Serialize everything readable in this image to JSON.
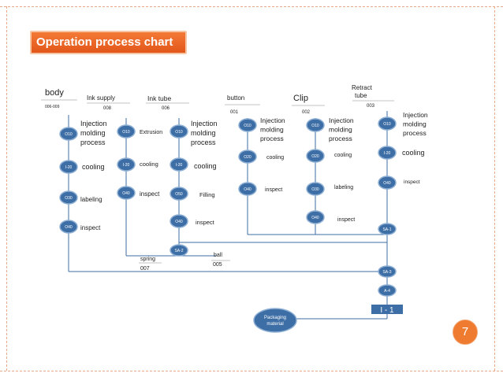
{
  "title": "Operation process chart",
  "page_number": "7",
  "colors": {
    "node": "#3d6ea5",
    "node_border": "#8fb0d4",
    "line": "#3d6ea5",
    "accent": "#f26b2a",
    "label_box": "#3d6ea5"
  },
  "columns": [
    {
      "name": "body",
      "code": "006-009"
    },
    {
      "name": "Ink supply",
      "code": "008"
    },
    {
      "name": "Ink tube",
      "code": "006"
    },
    {
      "name": "button",
      "code": "001"
    },
    {
      "name": "Clip",
      "code": "002"
    },
    {
      "name": "Retract tube",
      "code": "003"
    }
  ],
  "nodes": [
    {
      "id": "O10",
      "col": "body",
      "label": "Injection molding process"
    },
    {
      "id": "I-20",
      "col": "body",
      "label": "cooling"
    },
    {
      "id": "O30",
      "col": "body",
      "label": "labeling"
    },
    {
      "id": "O40",
      "col": "body",
      "label": "inspect"
    },
    {
      "id": "O10",
      "col": "Ink supply",
      "label": "Extrusion"
    },
    {
      "id": "I-20",
      "col": "Ink supply",
      "label": "cooling"
    },
    {
      "id": "O40",
      "col": "Ink supply",
      "label": "inspect"
    },
    {
      "id": "O10",
      "col": "Ink tube",
      "label": "Injection molding process"
    },
    {
      "id": "I-20",
      "col": "Ink tube",
      "label": "cooling"
    },
    {
      "id": "O50",
      "col": "Ink tube",
      "label": "Filling"
    },
    {
      "id": "O40",
      "col": "Ink tube",
      "label": "inspect"
    },
    {
      "id": "O10",
      "col": "button",
      "label": "Injection molding process"
    },
    {
      "id": "O20",
      "col": "button",
      "label": "cooling"
    },
    {
      "id": "O40",
      "col": "button",
      "label": "inspect"
    },
    {
      "id": "O10",
      "col": "Clip",
      "label": "Injection molding process"
    },
    {
      "id": "O20",
      "col": "Clip",
      "label": "cooling"
    },
    {
      "id": "O30",
      "col": "Clip",
      "label": "labeling"
    },
    {
      "id": "O40",
      "col": "Clip",
      "label": "inspect"
    },
    {
      "id": "O10",
      "col": "Retract tube",
      "label": "Injection molding process"
    },
    {
      "id": "I-20",
      "col": "Retract tube",
      "label": "cooling"
    },
    {
      "id": "O40",
      "col": "Retract tube",
      "label": "inspect"
    }
  ],
  "assembly_nodes": [
    "SA-2",
    "SA-1",
    "SA-3",
    "A-4"
  ],
  "inputs": [
    {
      "name": "spring",
      "code": "007"
    },
    {
      "name": "ball",
      "code": "005"
    }
  ],
  "final_label": "I - 1",
  "packaging": "Packaging material"
}
